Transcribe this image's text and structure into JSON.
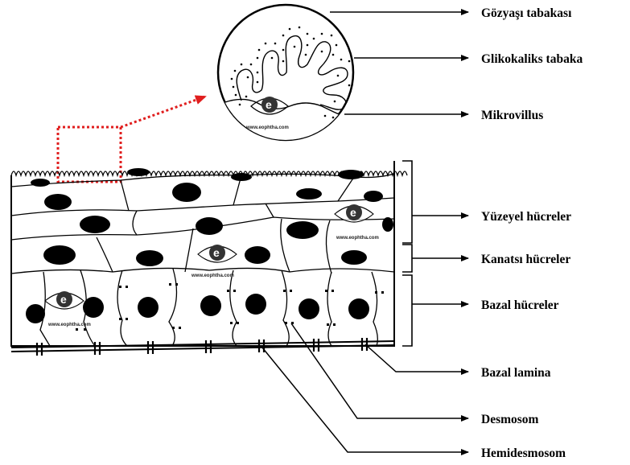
{
  "labels": {
    "gozyasi": "Gözyaşı tabakası",
    "glikokaliks": "Glikokaliks tabaka",
    "mikrovillus": "Mikrovillus",
    "yuzeyel": "Yüzeyel hücreler",
    "kanatsi": "Kanatsı hücreler",
    "bazal": "Bazal hücreler",
    "bazal_lamina": "Bazal lamina",
    "desmosom": "Desmosom",
    "hemidesmosom": "Hemidesmosom"
  },
  "watermark": {
    "letter": "e",
    "url": "www.eophtha.com"
  },
  "colors": {
    "ink": "#000000",
    "highlight": "#e01e1e",
    "background": "#ffffff"
  }
}
